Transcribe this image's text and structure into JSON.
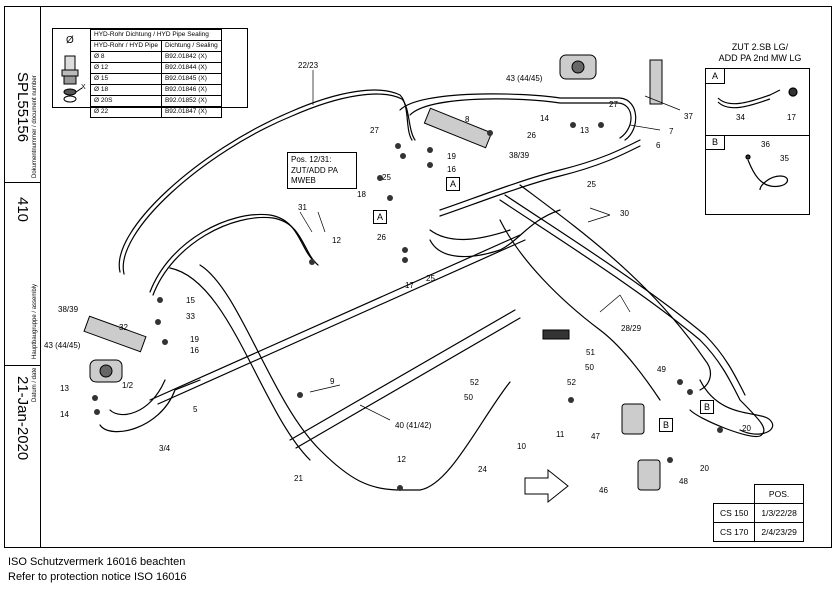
{
  "sidebar": {
    "doc_label": "Dokumentnummer / document number",
    "doc_number": "SPL55156",
    "assembly_label": "Hauptbaugruppe / assembly",
    "assembly_number": "410",
    "date_label": "Datum / date",
    "date": "21-Jan-2020"
  },
  "seal_table": {
    "header": "HYD-Rohr Dichtung / HYD Pipe Sealing",
    "col1": "HYD-Rohr / HYD Pipe",
    "col2": "Dichtung / Sealing",
    "rows": [
      {
        "pipe": "Ø 8",
        "seal": "B92.01842  (X)"
      },
      {
        "pipe": "Ø 12",
        "seal": "B92.01844  (X)"
      },
      {
        "pipe": "Ø 15",
        "seal": "B92.01845  (X)"
      },
      {
        "pipe": "Ø 18",
        "seal": "B92.01846  (X)"
      },
      {
        "pipe": "Ø 20S",
        "seal": "B92.01852  (X)"
      },
      {
        "pipe": "Ø 22",
        "seal": "B92.01847  (X)"
      }
    ],
    "icon_labels": {
      "diameter": "Ø",
      "x": "X"
    }
  },
  "add_box": {
    "title_line1": "ZUT 2.SB LG/",
    "title_line2": "ADD PA 2nd MW LG",
    "a": "A",
    "b": "B",
    "labels": [
      "34",
      "17",
      "36",
      "35"
    ]
  },
  "note": {
    "line1": "Pos. 12/31:",
    "line2": "ZUT/ADD PA",
    "line3": "MWEB"
  },
  "pos_table": {
    "header": "POS.",
    "rows": [
      {
        "model": "CS 150",
        "pos": "1/3/22/28"
      },
      {
        "model": "CS 170",
        "pos": "2/4/23/29"
      }
    ]
  },
  "callouts": {
    "c22_23": "22/23",
    "c43a": "43 (44/45)",
    "c8": "8",
    "c27a": "27",
    "c14a": "14",
    "c13a": "13",
    "c27b": "27",
    "c7": "7",
    "c37": "37",
    "c6": "6",
    "c26a": "26",
    "c19a": "19",
    "c16a": "16",
    "c38_39a": "38/39",
    "c25a": "25",
    "c25b": "25",
    "c18": "18",
    "cA1": "A",
    "cA2": "A",
    "c30": "30",
    "c31": "31",
    "c12a": "12",
    "c26b": "26",
    "c17": "17",
    "c25c": "25",
    "c15": "15",
    "c33": "33",
    "c32": "32",
    "c19b": "19",
    "c16b": "16",
    "c38_39b": "38/39",
    "c43b": "43 (44/45)",
    "c28_29": "28/29",
    "c51": "51",
    "c50a": "50",
    "c52a": "52",
    "c52b": "52",
    "c50b": "50",
    "c9": "9",
    "c13b": "13",
    "c1_2": "1/2",
    "c5": "5",
    "c14b": "14",
    "c3_4": "3/4",
    "c40": "40 (41/42)",
    "c10": "10",
    "c11": "11",
    "c49": "49",
    "cB1": "B",
    "cB2": "B",
    "c20a": "20",
    "c20b": "20",
    "c47": "47",
    "c48": "48",
    "c46": "46",
    "c12b": "12",
    "c21": "21",
    "c24": "24"
  },
  "footer": {
    "line1": "ISO Schutzvermerk 16016 beachten",
    "line2": "Refer to protection notice ISO 16016"
  }
}
